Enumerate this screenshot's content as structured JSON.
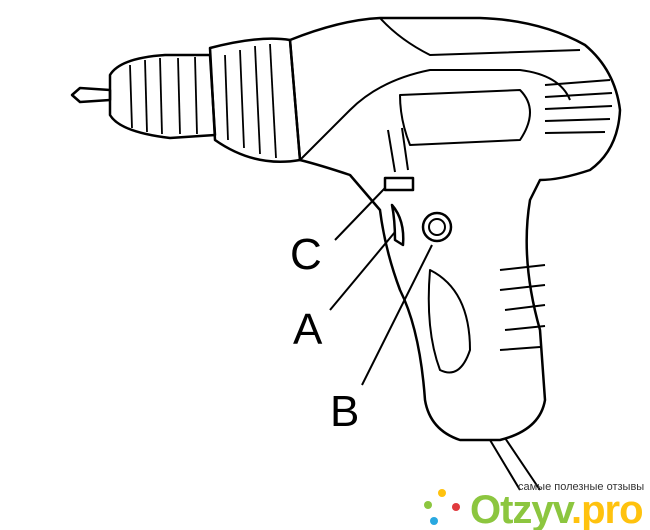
{
  "labels": {
    "c": "C",
    "a": "A",
    "b": "B"
  },
  "watermark": {
    "tagline": "самые полезные отзывы",
    "brand_main": "Otzyv",
    "brand_suffix": ".pro"
  },
  "colors": {
    "brand_green": "#8cc63f",
    "brand_yellow": "#ffc20e"
  }
}
